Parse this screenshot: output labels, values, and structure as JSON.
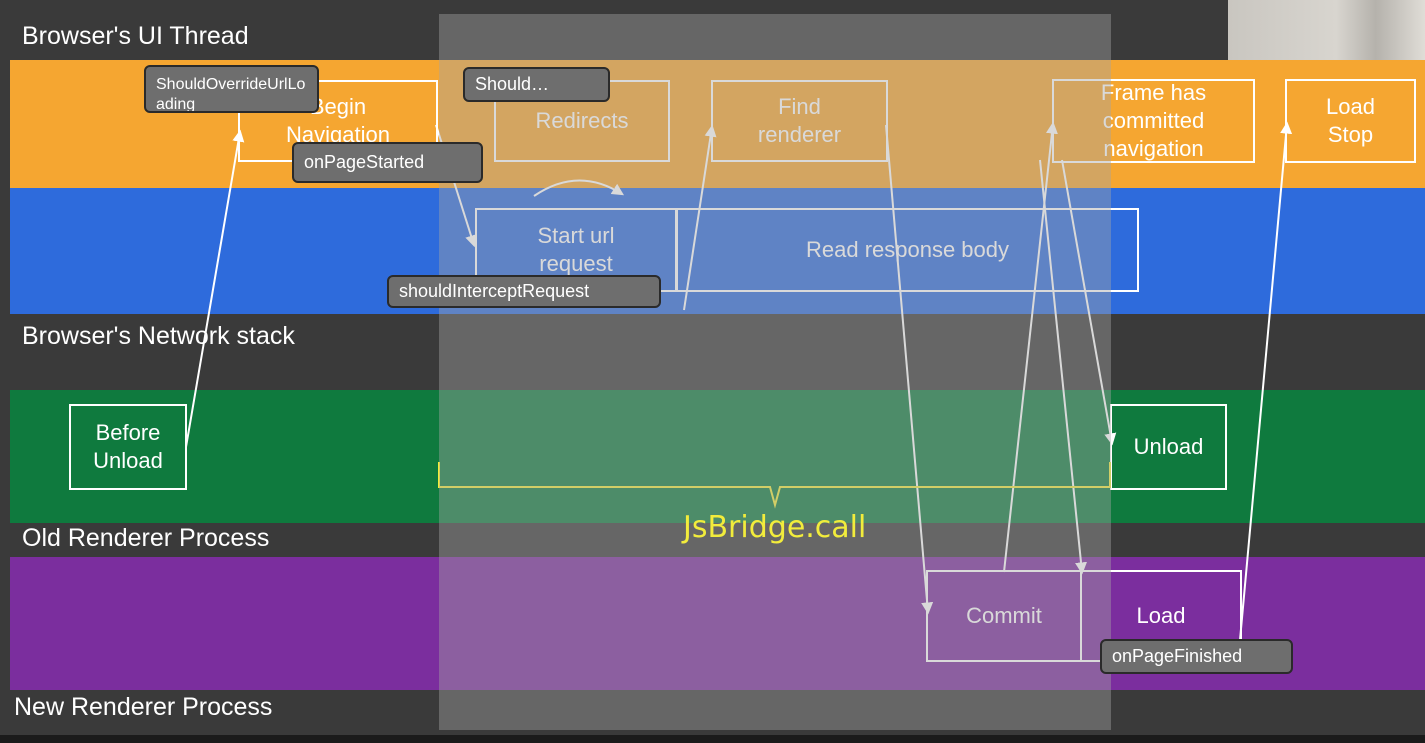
{
  "lanes": {
    "ui_thread": "Browser's UI Thread",
    "network_stack": "Browser's Network stack",
    "old_renderer": "Old Renderer Process",
    "new_renderer": "New Renderer Process"
  },
  "boxes": {
    "begin_navigation": "Begin\nNavigation",
    "redirects": "Redirects",
    "find_renderer": "Find\nrenderer",
    "frame_committed": "Frame has\ncommitted\nnavigation",
    "load_stop": "Load\nStop",
    "start_url_request": "Start url\nrequest",
    "read_response_body": "Read response body",
    "before_unload": "Before\nUnload",
    "unload": "Unload",
    "commit": "Commit",
    "load": "Load"
  },
  "callbacks": {
    "should_override_url_loading": "ShouldOverrideUrlLoading",
    "should_truncated": "Should…",
    "on_page_started": "onPageStarted",
    "should_intercept_request": "shouldInterceptRequest",
    "on_page_finished": "onPageFinished"
  },
  "bridge_label": "JsBridge.call",
  "colors": {
    "ui_thread": "#f5a631",
    "network": "#2e6bdc",
    "old_renderer": "#0f7a3e",
    "new_renderer": "#7b2e9e",
    "divider": "#3e3e3e",
    "bridge": "#f2ec3c"
  }
}
